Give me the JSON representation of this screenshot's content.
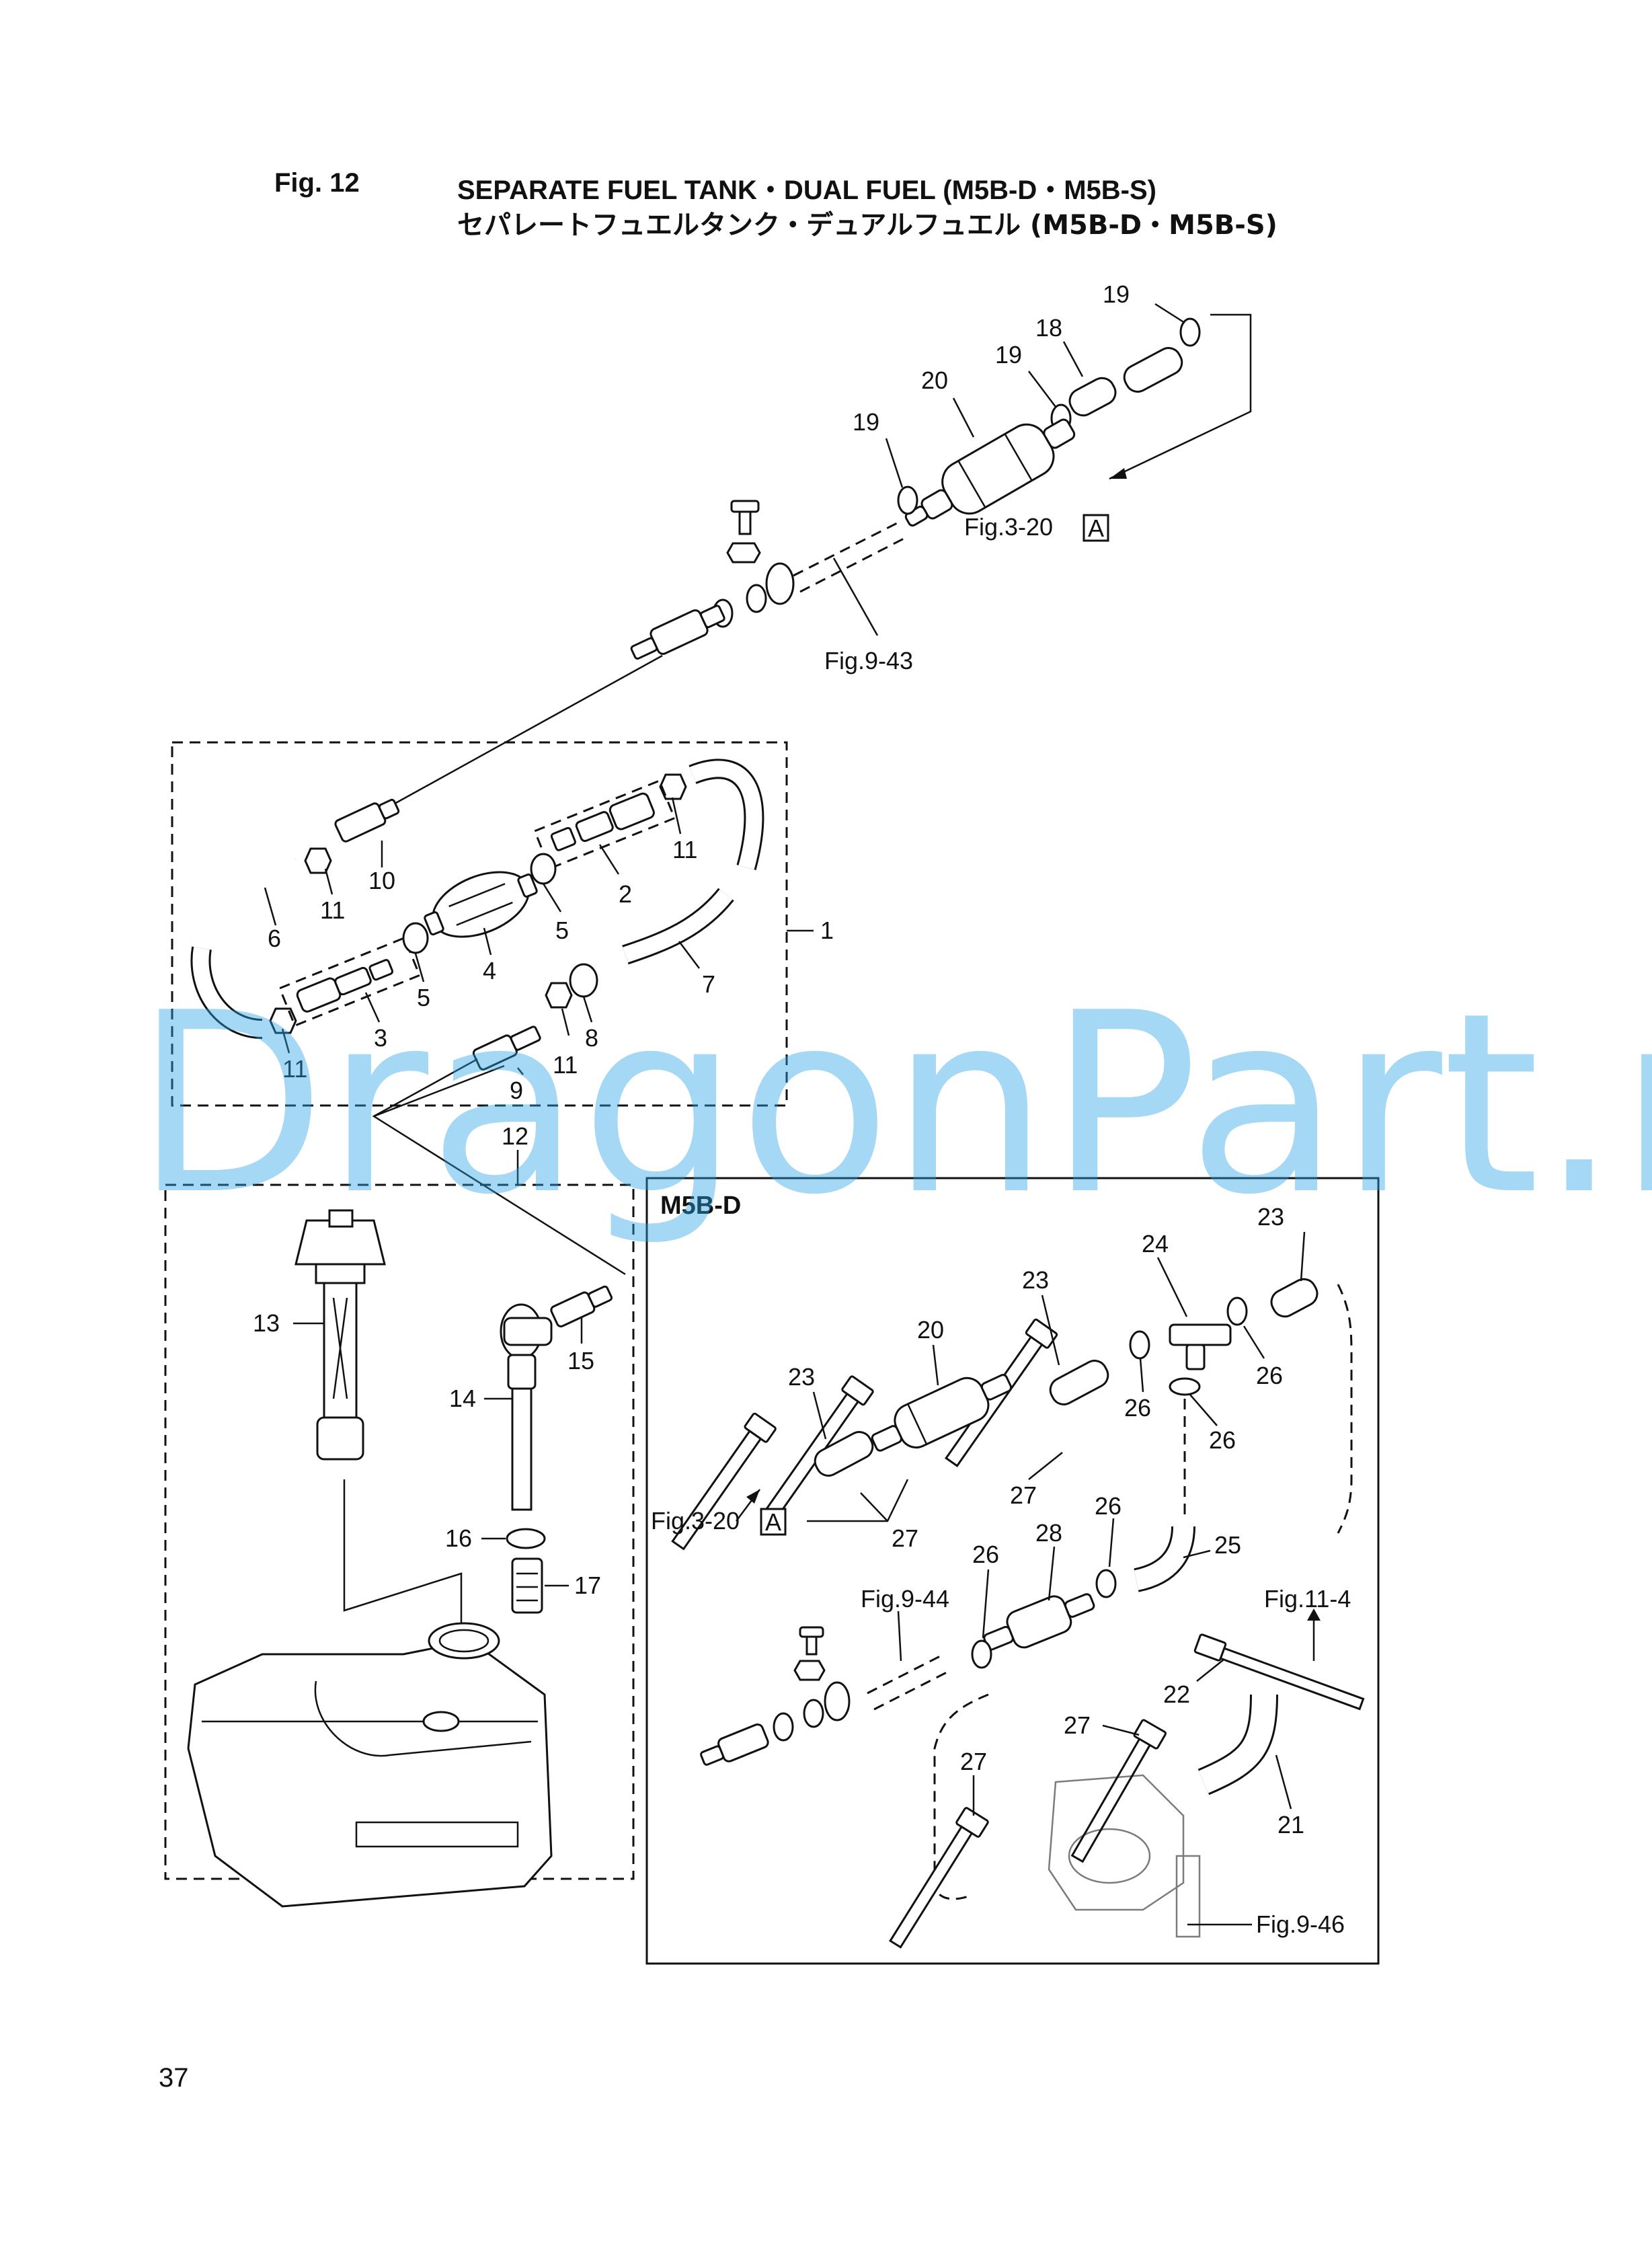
{
  "header": {
    "figure_number": "Fig. 12",
    "title_en": "SEPARATE FUEL TANK・DUAL FUEL (M5B-D・M5B-S)",
    "title_jp": "セパレートフュエルタンク・デュアルフュエル (M5B-D・M5B-S)"
  },
  "refs": {
    "fig_3_20_top": "Fig.3-20",
    "box_a_top": "A",
    "fig_9_43": "Fig.9-43",
    "fig_3_20_inset": "Fig.3-20",
    "box_a_inset": "A",
    "fig_9_44": "Fig.9-44",
    "fig_11_4": "Fig.11-4",
    "fig_9_46": "Fig.9-46"
  },
  "inset": {
    "title": "M5B-D"
  },
  "labels": {
    "l19a": "19",
    "l18": "18",
    "l19b": "19",
    "l20a": "20",
    "l19c": "19",
    "l1": "1",
    "l2": "2",
    "l3": "3",
    "l4": "4",
    "l5a": "5",
    "l5b": "5",
    "l6": "6",
    "l7": "7",
    "l8": "8",
    "l9": "9",
    "l10": "10",
    "l11a": "11",
    "l11b": "11",
    "l11c": "11",
    "l11d": "11",
    "l12": "12",
    "l13": "13",
    "l14": "14",
    "l15": "15",
    "l16": "16",
    "l17": "17",
    "l23a": "23",
    "l24": "24",
    "l23b": "23",
    "l20b": "20",
    "l26a": "26",
    "l26b": "26",
    "l23c": "23",
    "l26c": "26",
    "l27a": "27",
    "l27b": "27",
    "l26d": "26",
    "l28": "28",
    "l25": "25",
    "l26e": "26",
    "l22": "22",
    "l27c": "27",
    "l27d": "27",
    "l21": "21"
  },
  "watermark": "DragonPart.ru",
  "page_number": "37"
}
